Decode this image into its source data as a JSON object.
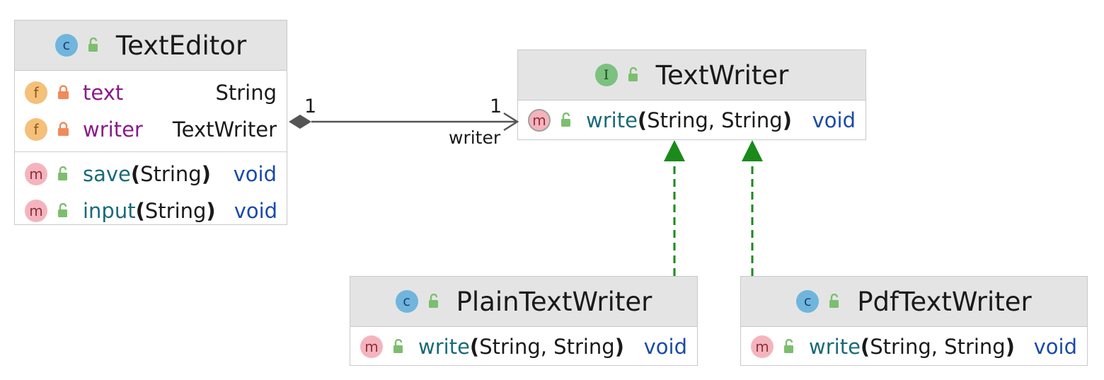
{
  "colors": {
    "header_bg": "#e4e4e4",
    "border": "#c9c9c9",
    "field_name": "#8a1a8a",
    "method_name": "#1a6a7a",
    "void_type": "#1a4aaa",
    "realization_arrow": "#1a8a1a",
    "composition_line": "#555555"
  },
  "classes": {
    "text_editor": {
      "kind": "class",
      "kind_icon": "class-c-icon",
      "name": "TextEditor",
      "fields": [
        {
          "name": "text",
          "type": "String",
          "visibility": "private"
        },
        {
          "name": "writer",
          "type": "TextWriter",
          "visibility": "private"
        }
      ],
      "methods": [
        {
          "name": "save",
          "param_open": "(",
          "params": "String",
          "param_close": ")",
          "return_type": "void",
          "visibility": "public"
        },
        {
          "name": "input",
          "param_open": "(",
          "params": "String",
          "param_close": ")",
          "return_type": "void",
          "visibility": "public"
        }
      ]
    },
    "text_writer": {
      "kind": "interface",
      "kind_icon": "interface-i-icon",
      "name": "TextWriter",
      "methods": [
        {
          "name": "write",
          "param_open": "(",
          "params": "String, String",
          "param_close": ")",
          "return_type": "void",
          "visibility": "public",
          "abstract": true
        }
      ]
    },
    "plain_text_writer": {
      "kind": "class",
      "kind_icon": "class-c-icon",
      "name": "PlainTextWriter",
      "methods": [
        {
          "name": "write",
          "param_open": "(",
          "params": "String, String",
          "param_close": ")",
          "return_type": "void",
          "visibility": "public"
        }
      ]
    },
    "pdf_text_writer": {
      "kind": "class",
      "kind_icon": "class-c-icon",
      "name": "PdfTextWriter",
      "methods": [
        {
          "name": "write",
          "param_open": "(",
          "params": "String, String",
          "param_close": ")",
          "return_type": "void",
          "visibility": "public"
        }
      ]
    }
  },
  "badges": {
    "class": "c",
    "interface": "I",
    "field": "f",
    "method": "m"
  },
  "relations": [
    {
      "type": "composition",
      "from": "TextEditor",
      "to": "TextWriter",
      "source_multiplicity": "1",
      "target_multiplicity": "1",
      "role": "writer"
    },
    {
      "type": "realization",
      "from": "PlainTextWriter",
      "to": "TextWriter"
    },
    {
      "type": "realization",
      "from": "PdfTextWriter",
      "to": "TextWriter"
    }
  ]
}
